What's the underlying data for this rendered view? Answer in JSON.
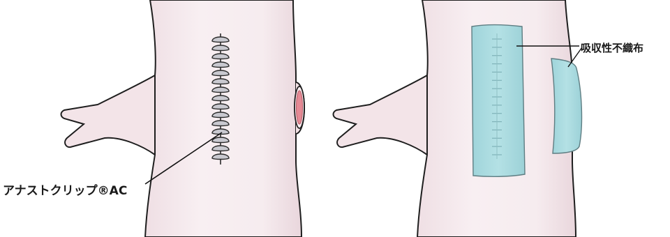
{
  "labels": {
    "clip": "アナストクリップ®AC",
    "felt": "吸収性不織布"
  },
  "colors": {
    "vessel_fill": "#f6ecef",
    "vessel_outline": "#1e1e1e",
    "vessel_shade": "#e7d3d9",
    "clip_fill": "#c9c9d0",
    "clip_outline": "#2a2a2a",
    "felt_fill": "#a8dbe0",
    "felt_outline": "#5e7d82",
    "lumen": "#e58a95",
    "leader": "#111111"
  },
  "clips": {
    "count": 15
  }
}
